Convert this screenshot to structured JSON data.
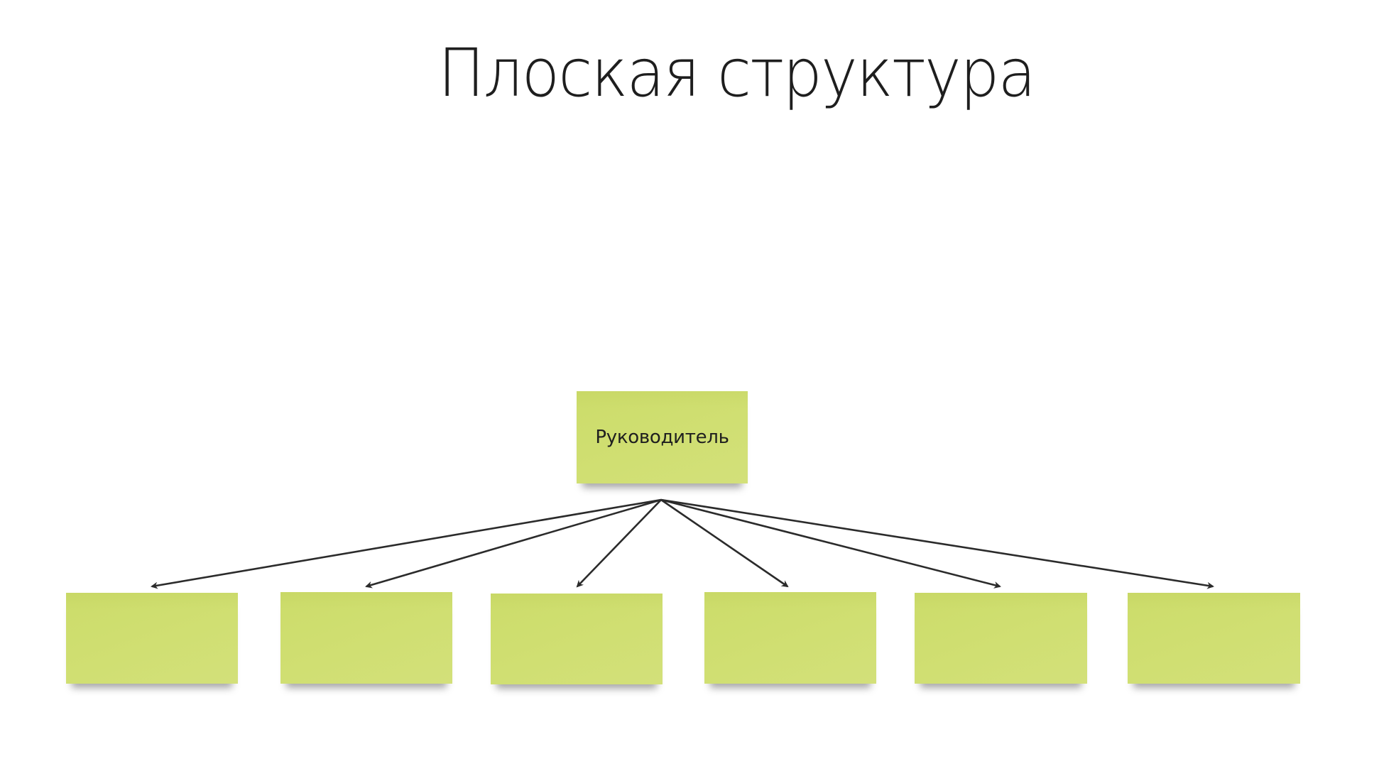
{
  "title": "Плоская структура",
  "colors": {
    "note": "#cfdd6c",
    "arrow": "#2b2b2b",
    "text": "#1e1e1e",
    "background": "#ffffff"
  },
  "root": {
    "label": "Руководитель"
  },
  "children": [
    {
      "label": ""
    },
    {
      "label": ""
    },
    {
      "label": ""
    },
    {
      "label": ""
    },
    {
      "label": ""
    },
    {
      "label": ""
    }
  ],
  "connectors": {
    "count": 6,
    "from": "root",
    "to": [
      "children.0",
      "children.1",
      "children.2",
      "children.3",
      "children.4",
      "children.5"
    ]
  }
}
